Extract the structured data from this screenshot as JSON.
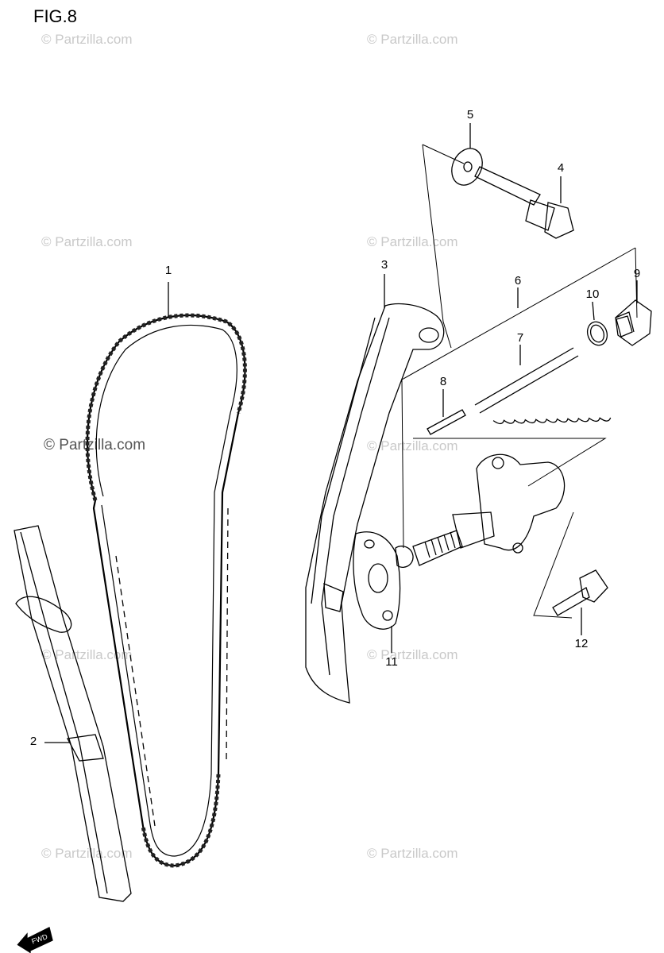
{
  "figure": {
    "title": "FIG.8"
  },
  "watermark": {
    "text": "© Partzilla.com",
    "alt_text": "© Partzilla.com"
  },
  "fwd_badge": {
    "text": "FWD"
  },
  "callouts": [
    "1",
    "2",
    "3",
    "4",
    "5",
    "6",
    "7",
    "8",
    "9",
    "10",
    "11",
    "12"
  ]
}
